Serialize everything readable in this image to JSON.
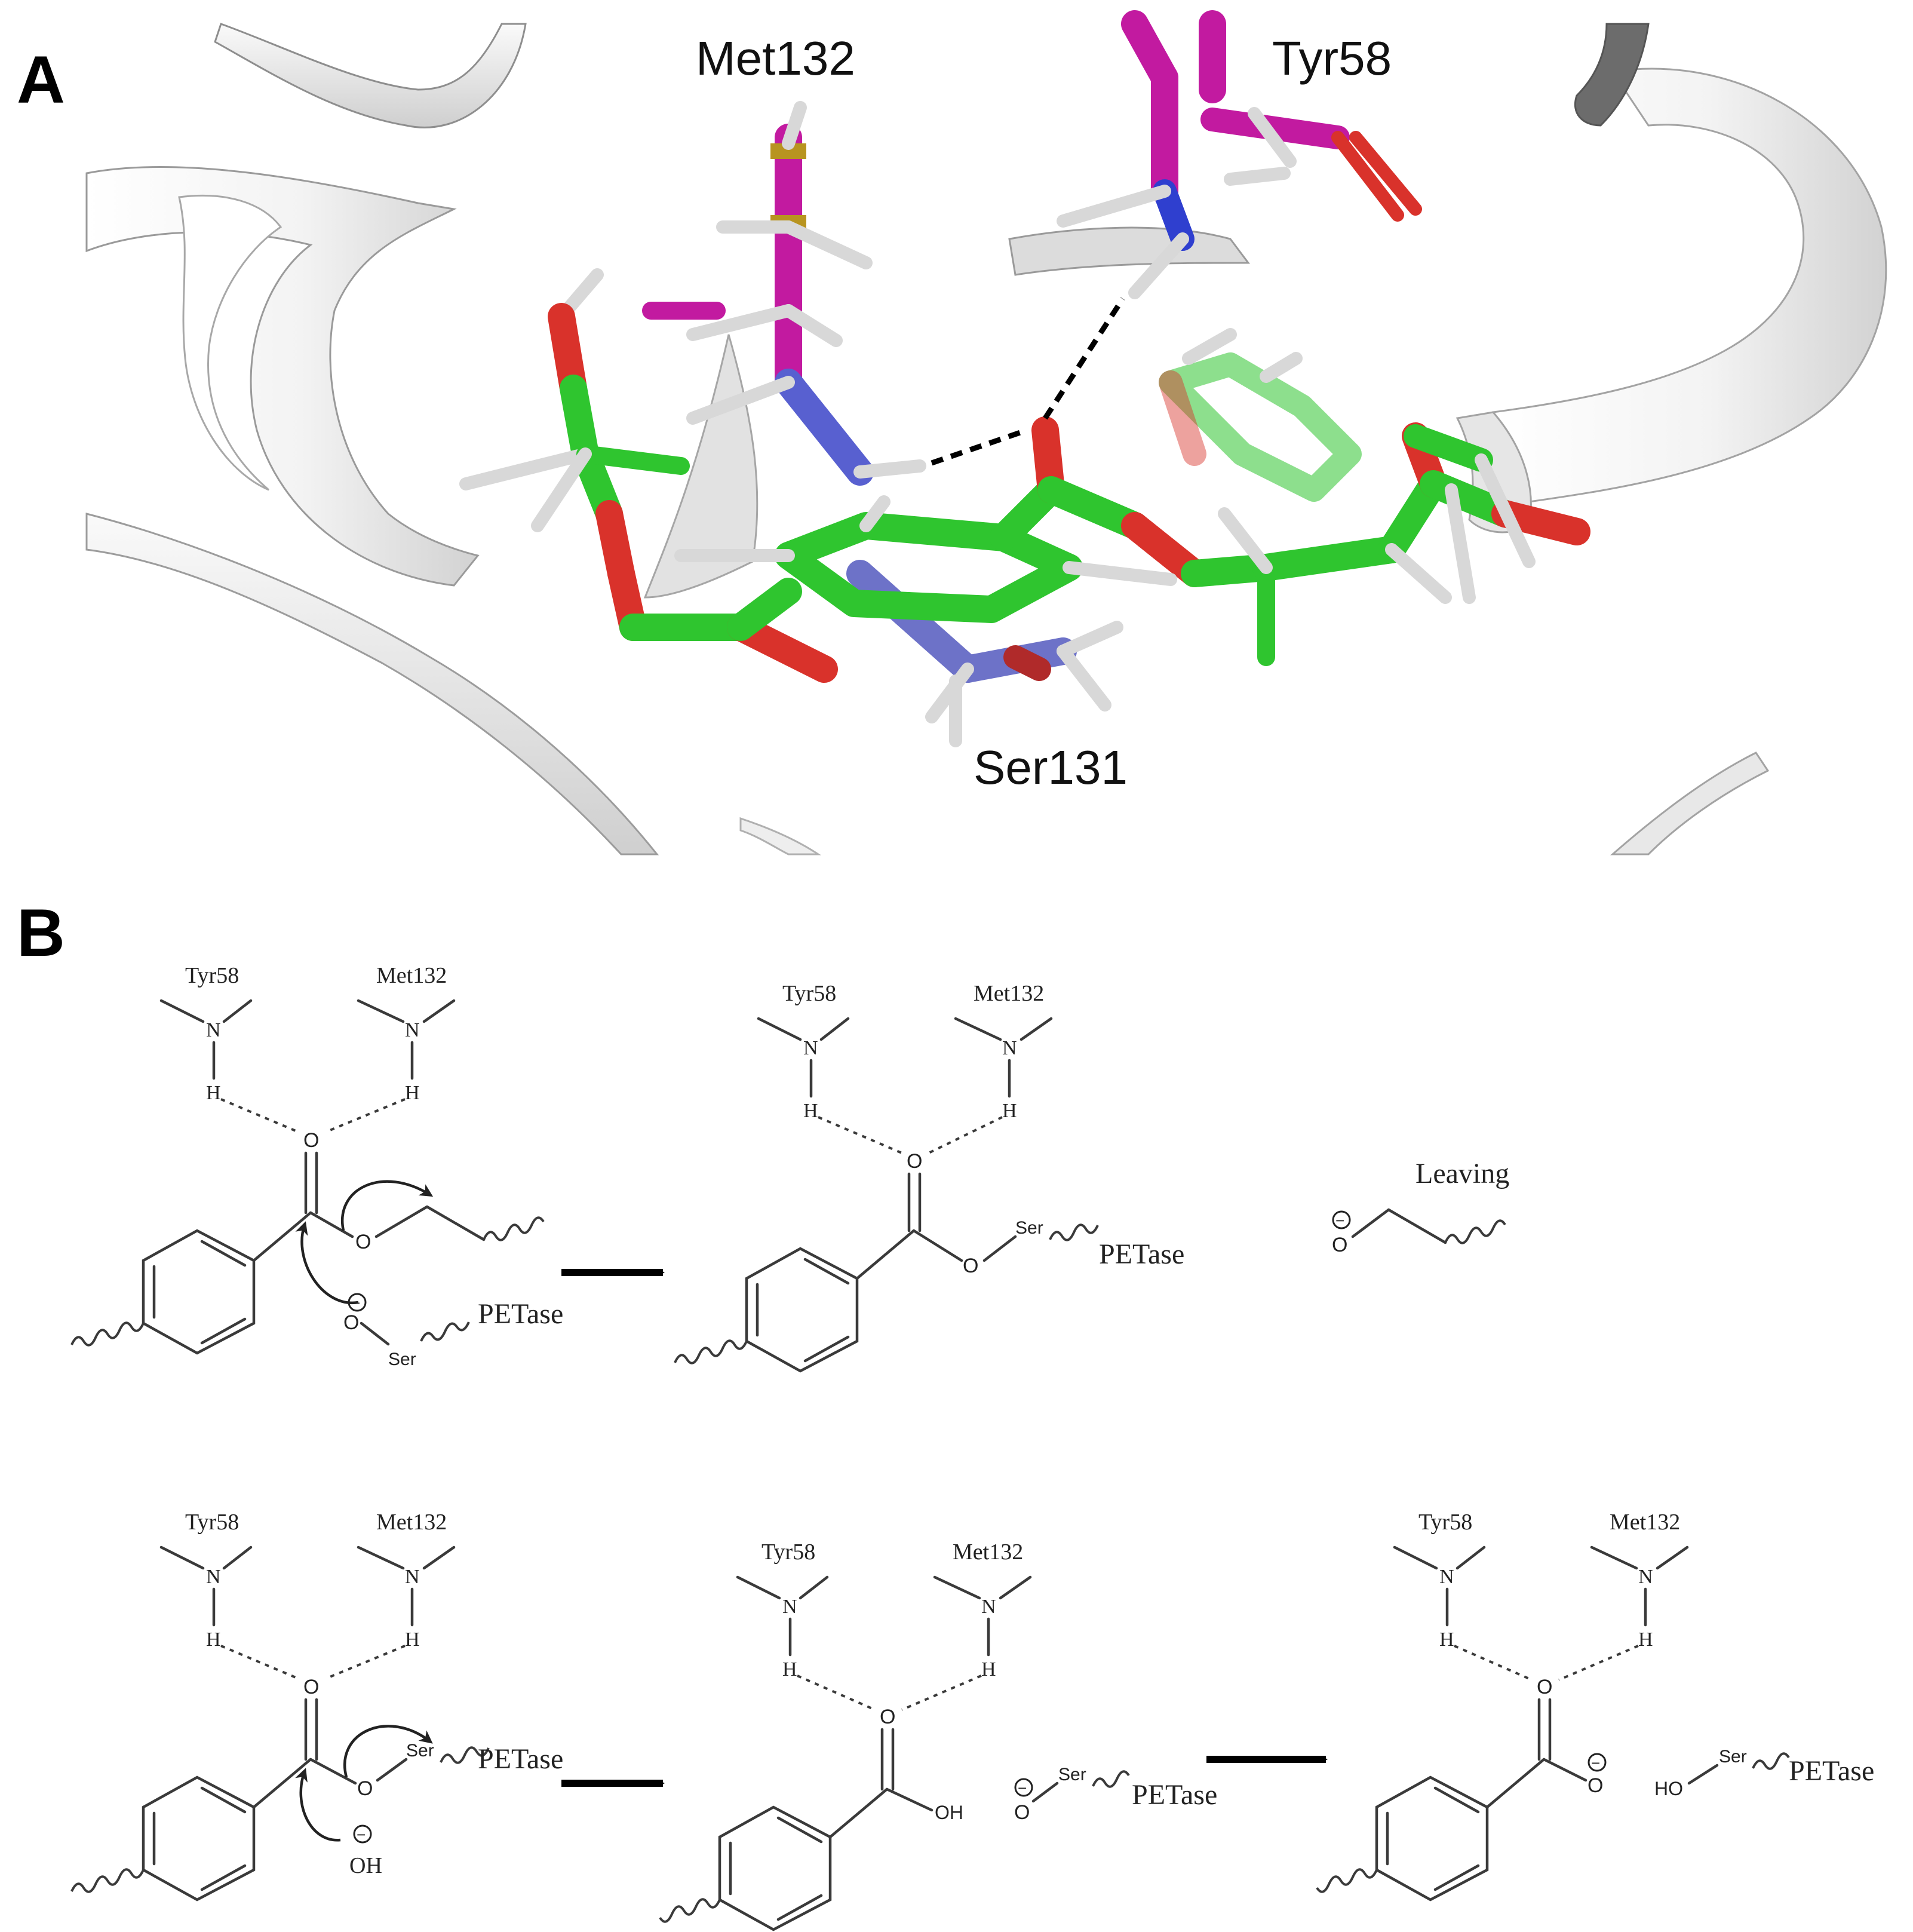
{
  "panels": {
    "a": {
      "letter": "A",
      "labels": {
        "met": "Met132",
        "tyr": "Tyr58",
        "ser": "Ser131"
      }
    },
    "b": {
      "letter": "B"
    }
  },
  "chem": {
    "tyr": "Tyr58",
    "met": "Met132",
    "n": "N",
    "h": "H",
    "o": "O",
    "oh": "OH",
    "ho": "HO",
    "ser": "Ser",
    "petase": "PETase",
    "leaving": "Leaving",
    "minus": "−"
  },
  "colors": {
    "carbon_ligand": "#2fc52f",
    "carbon_residue": "#c21aa0",
    "oxygen": "#d9322b",
    "nitrogen": "#3b4fd8",
    "nitrogen_light": "#6d72c8",
    "hydrogen": "#e2e2e2",
    "sulfur": "#b89420",
    "ribbon": "#f0f0f0",
    "ribbon_edge": "#9c9c9c"
  }
}
